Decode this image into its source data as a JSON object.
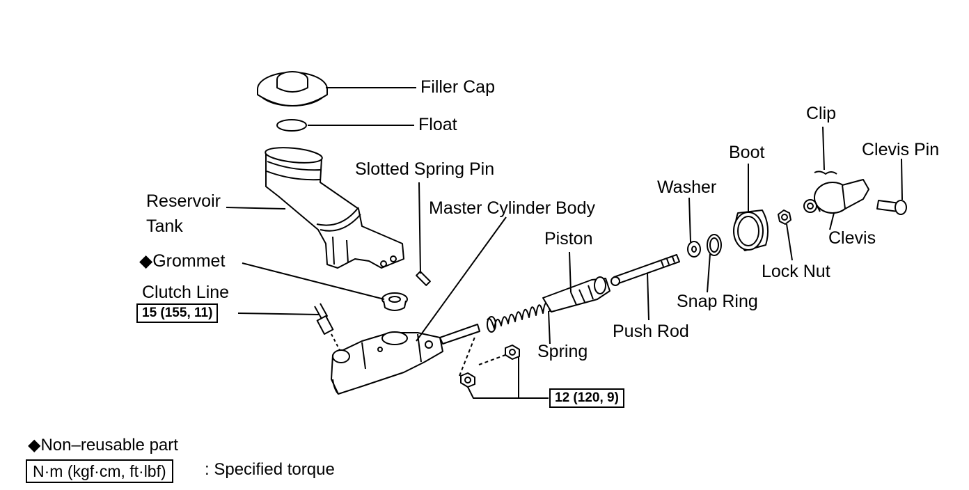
{
  "labels": {
    "filler_cap": "Filler Cap",
    "float": "Float",
    "reservoir_tank_1": "Reservoir",
    "reservoir_tank_2": "Tank",
    "slotted_spring_pin": "Slotted Spring Pin",
    "master_cylinder_body": "Master Cylinder Body",
    "grommet": "◆Grommet",
    "clutch_line": "Clutch Line",
    "piston": "Piston",
    "spring": "Spring",
    "push_rod": "Push Rod",
    "washer": "Washer",
    "snap_ring": "Snap Ring",
    "boot": "Boot",
    "lock_nut": "Lock Nut",
    "clip": "Clip",
    "clevis": "Clevis",
    "clevis_pin": "Clevis Pin"
  },
  "torques": {
    "clutch_line": "15 (155, 11)",
    "mounting_nuts": "12 (120, 9)"
  },
  "legend": {
    "non_reusable": "◆Non–reusable part",
    "torque_units": "N·m (kgf·cm, ft·lbf)",
    "torque_desc": ": Specified torque"
  }
}
